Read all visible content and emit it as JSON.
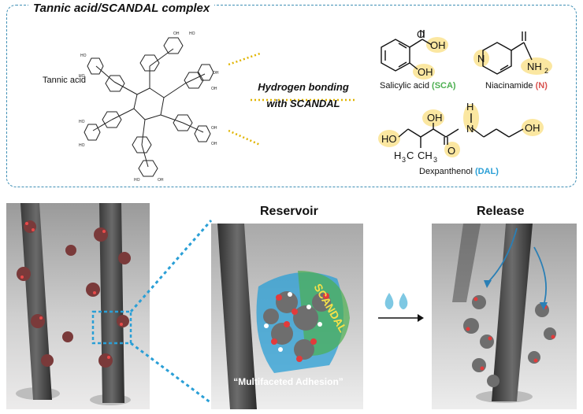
{
  "top": {
    "title": "Tannic acid/SCANDAL complex",
    "tannic_label": "Tannic acid",
    "hb_line1": "Hydrogen bonding",
    "hb_line2": "with SCANDAL",
    "sca": {
      "name_plain": "Salicylic acid",
      "abbr": "(SCA)",
      "color": "#4caf50"
    },
    "n": {
      "name_plain": "Niacinamide",
      "abbr": "(N)",
      "color": "#d9534f"
    },
    "dal": {
      "name_plain": "Dexpanthenol",
      "abbr": "(DAL)",
      "color": "#2a9fd6"
    }
  },
  "panels": {
    "reservoir_title": "Reservoir",
    "release_title": "Release",
    "adhesion_caption": "“Multifaceted Adhesion”",
    "scandal_tag": "SCANDAL"
  },
  "colors": {
    "dotted_line": "#e0b400",
    "highlight": "#fbe7a1",
    "box_border": "#3f8fb5",
    "drop": "#7ec8e3",
    "arrow_blue": "#2a7fb5"
  }
}
